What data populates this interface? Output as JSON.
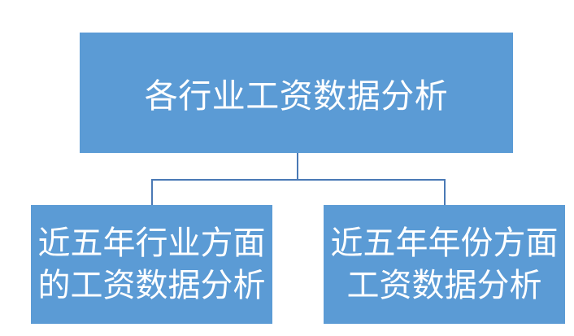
{
  "diagram": {
    "title_node": {
      "label": "各行业工资数据分析"
    },
    "children": [
      {
        "line1": "近五年行业方面",
        "line2": "的工资数据分析"
      },
      {
        "line1": "近五年年份方面",
        "line2": "工资数据分析"
      }
    ],
    "colors": {
      "background": "#ffffff",
      "box_fill": "#5b9bd5",
      "connector": "#4a79b5",
      "text": "#ffffff"
    }
  }
}
